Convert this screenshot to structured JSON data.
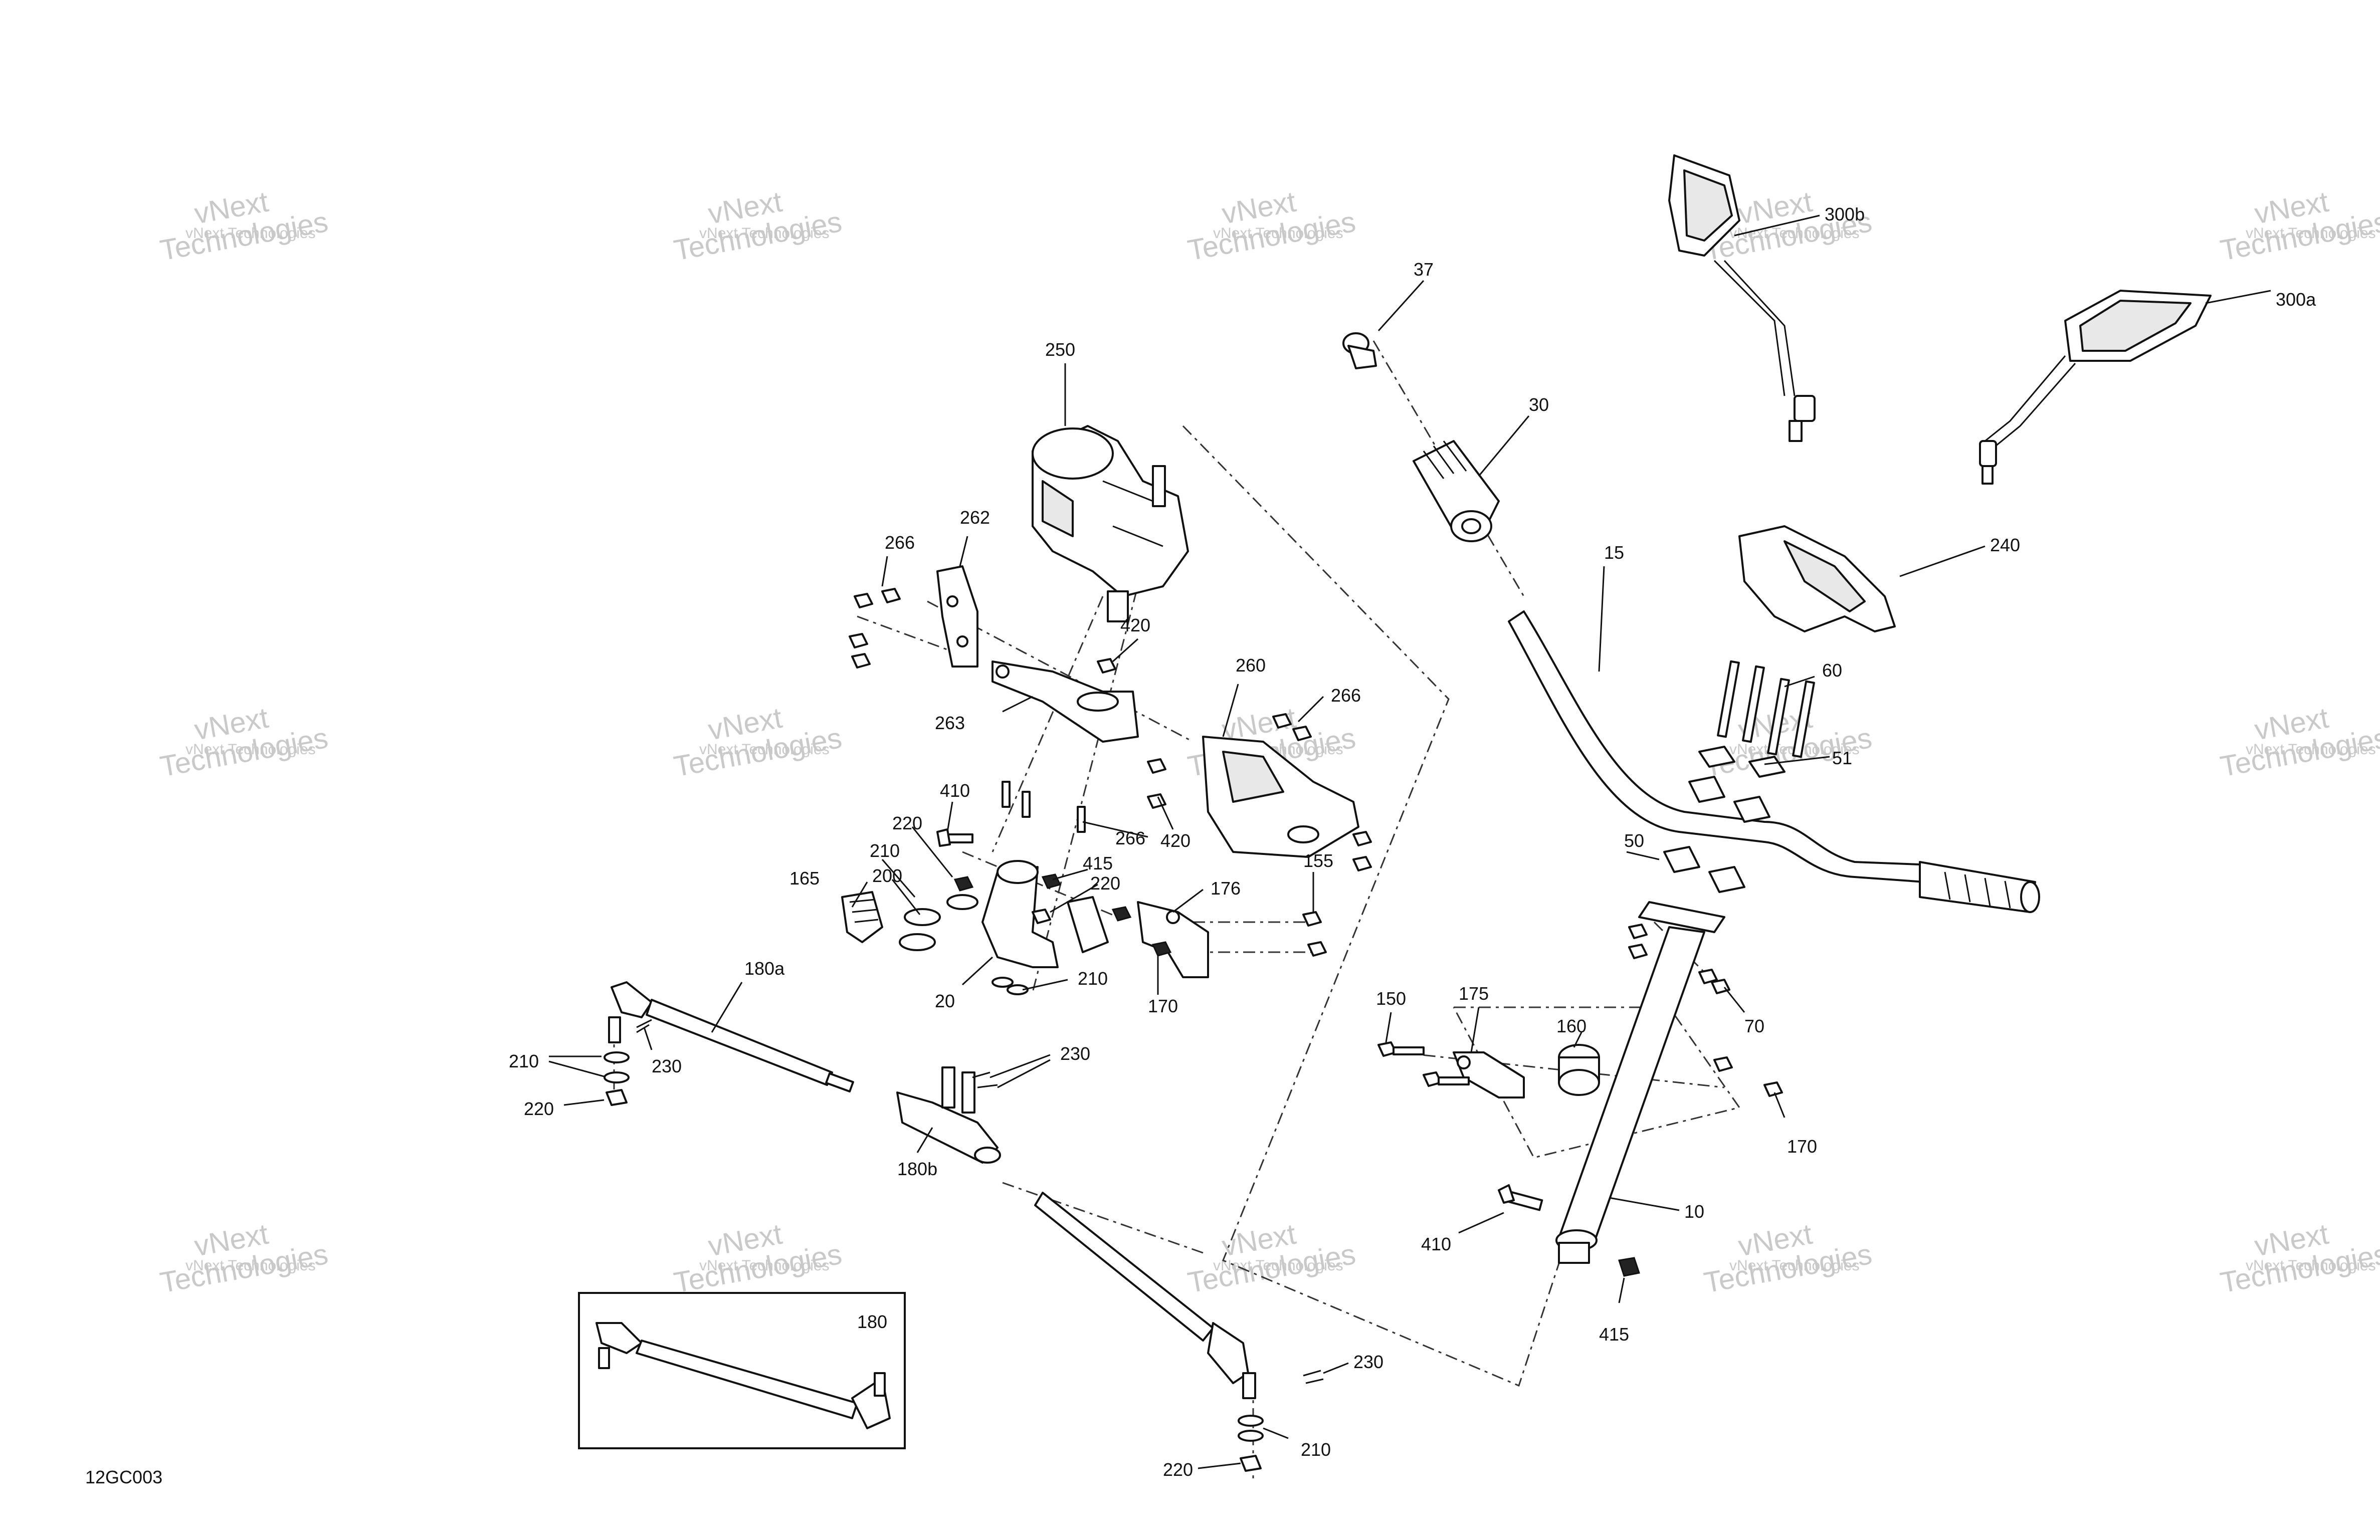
{
  "diagram": {
    "drawing_code": "12GC003",
    "watermark": {
      "line1": "vNext",
      "line2": "Technologies",
      "full": "vNext Technologies"
    },
    "callouts": [
      {
        "id": "c10",
        "text": "10"
      },
      {
        "id": "c15",
        "text": "15"
      },
      {
        "id": "c20",
        "text": "20"
      },
      {
        "id": "c30",
        "text": "30"
      },
      {
        "id": "c37",
        "text": "37"
      },
      {
        "id": "c50",
        "text": "50"
      },
      {
        "id": "c51",
        "text": "51"
      },
      {
        "id": "c60",
        "text": "60"
      },
      {
        "id": "c70",
        "text": "70"
      },
      {
        "id": "c150",
        "text": "150"
      },
      {
        "id": "c155",
        "text": "155"
      },
      {
        "id": "c160",
        "text": "160"
      },
      {
        "id": "c165",
        "text": "165"
      },
      {
        "id": "c170a",
        "text": "170"
      },
      {
        "id": "c170b",
        "text": "170"
      },
      {
        "id": "c175",
        "text": "175"
      },
      {
        "id": "c176",
        "text": "176"
      },
      {
        "id": "c180",
        "text": "180"
      },
      {
        "id": "c180a",
        "text": "180a"
      },
      {
        "id": "c180b",
        "text": "180b"
      },
      {
        "id": "c200",
        "text": "200"
      },
      {
        "id": "c210a",
        "text": "210"
      },
      {
        "id": "c210b",
        "text": "210"
      },
      {
        "id": "c210c",
        "text": "210"
      },
      {
        "id": "c210d",
        "text": "210"
      },
      {
        "id": "c220a",
        "text": "220"
      },
      {
        "id": "c220b",
        "text": "220"
      },
      {
        "id": "c220c",
        "text": "220"
      },
      {
        "id": "c220d",
        "text": "220"
      },
      {
        "id": "c230a",
        "text": "230"
      },
      {
        "id": "c230b",
        "text": "230"
      },
      {
        "id": "c230c",
        "text": "230"
      },
      {
        "id": "c240",
        "text": "240"
      },
      {
        "id": "c250",
        "text": "250"
      },
      {
        "id": "c260",
        "text": "260"
      },
      {
        "id": "c262",
        "text": "262"
      },
      {
        "id": "c263",
        "text": "263"
      },
      {
        "id": "c266a",
        "text": "266"
      },
      {
        "id": "c266b",
        "text": "266"
      },
      {
        "id": "c266c",
        "text": "266"
      },
      {
        "id": "c300a",
        "text": "300a"
      },
      {
        "id": "c300b",
        "text": "300b"
      },
      {
        "id": "c410a",
        "text": "410"
      },
      {
        "id": "c410b",
        "text": "410"
      },
      {
        "id": "c415a",
        "text": "415"
      },
      {
        "id": "c415b",
        "text": "415"
      },
      {
        "id": "c420a",
        "text": "420"
      },
      {
        "id": "c420b",
        "text": "420"
      }
    ]
  }
}
